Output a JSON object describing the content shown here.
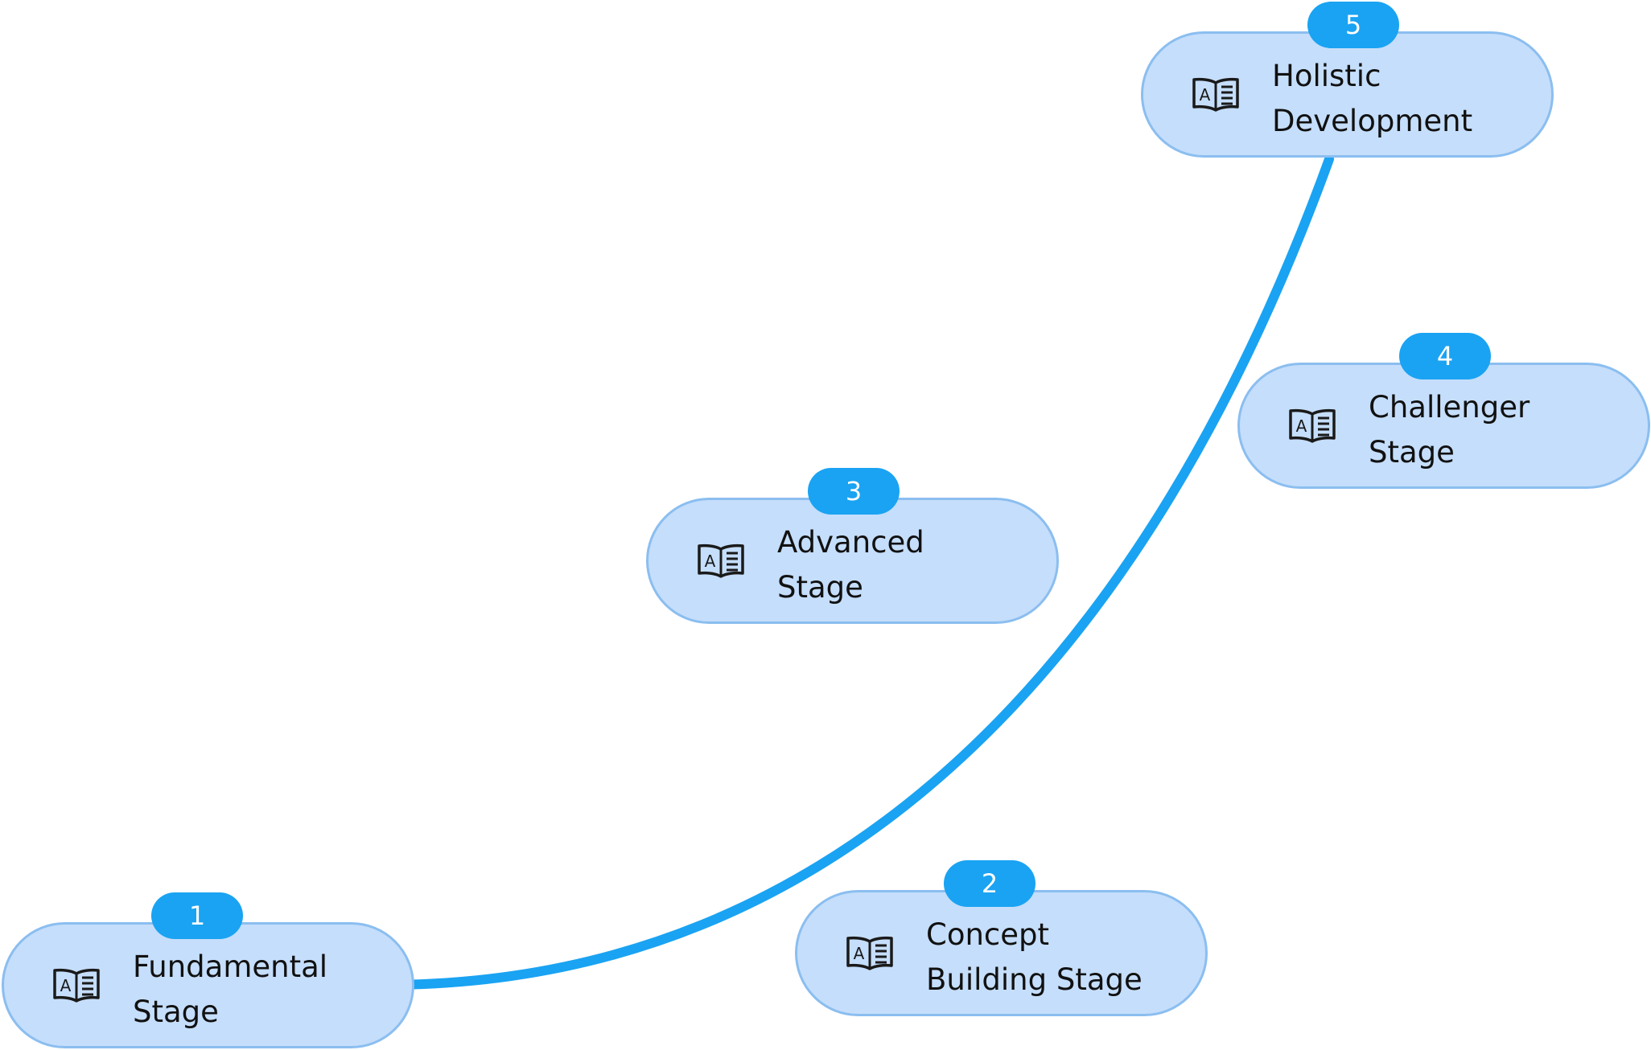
{
  "colors": {
    "node_fill": "#c5defb",
    "node_border": "#8bbef0",
    "badge": "#1aa3f2",
    "connector": "#1aa3f2",
    "text": "#111111"
  },
  "stages": [
    {
      "number": "1",
      "label": "Fundamental Stage",
      "icon": "book-icon"
    },
    {
      "number": "2",
      "label": "Concept Building Stage",
      "icon": "book-icon"
    },
    {
      "number": "3",
      "label": "Advanced Stage",
      "icon": "book-icon"
    },
    {
      "number": "4",
      "label": "Challenger Stage",
      "icon": "book-icon"
    },
    {
      "number": "5",
      "label": "Holistic Development",
      "icon": "book-icon"
    }
  ],
  "connectors": [
    {
      "from": "1",
      "to": "5"
    }
  ]
}
